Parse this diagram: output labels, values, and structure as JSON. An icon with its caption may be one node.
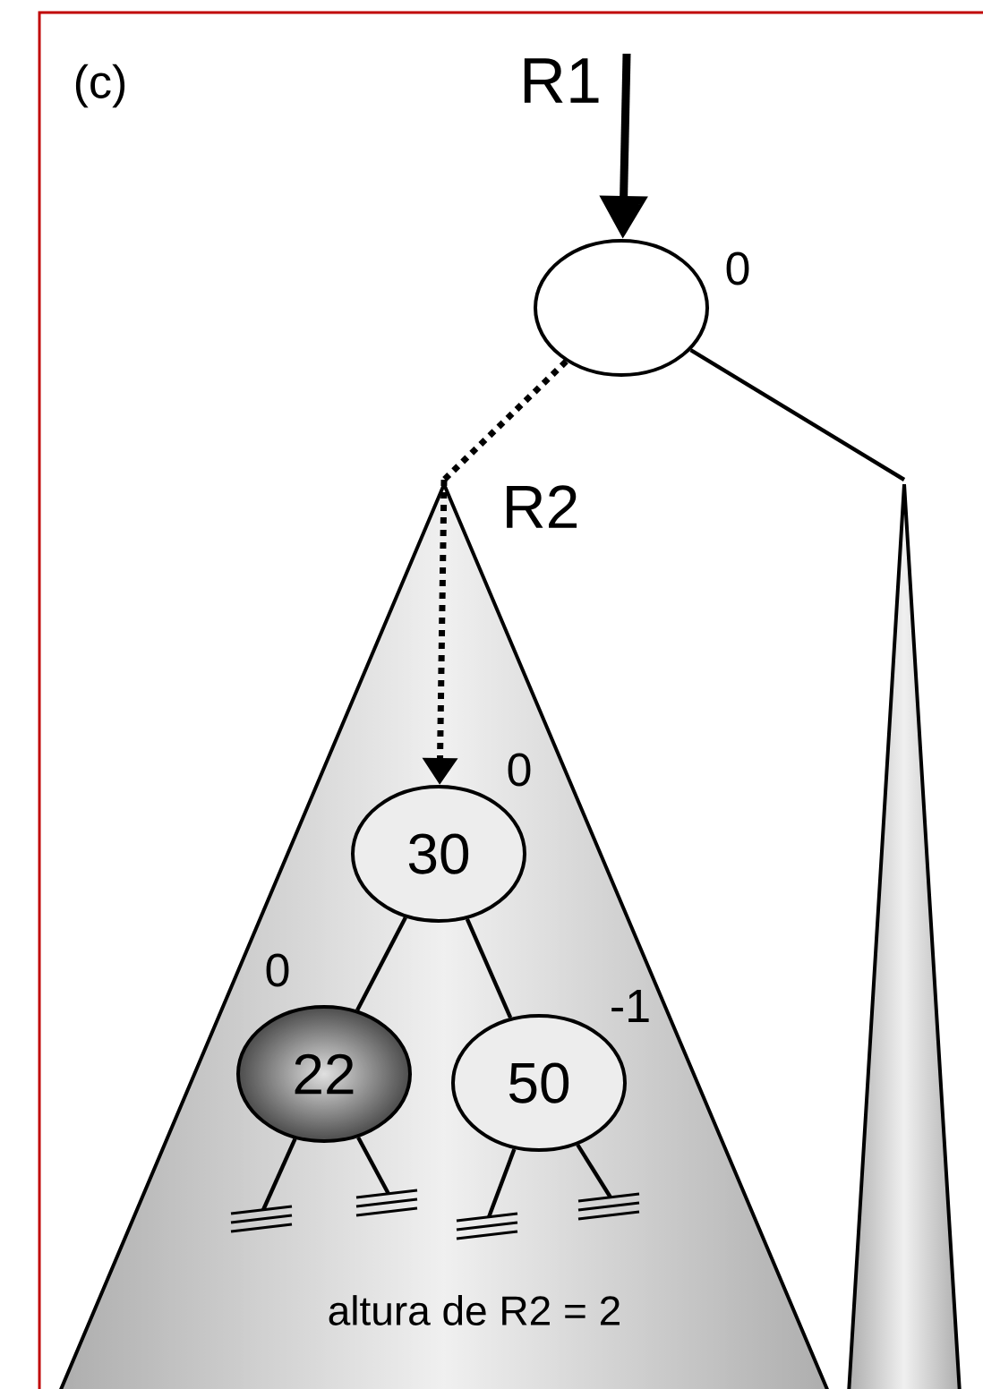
{
  "diagram": {
    "nodes": [
      {
        "text": [],
        "shape": "circle",
        "beside": [
          "0"
        ]
      },
      {
        "text": [
          "altura de R2 = 2"
        ],
        "beside": [
          "R2"
        ]
      },
      {
        "text": [],
        "shape": "triangle"
      },
      {
        "text": [
          "30"
        ],
        "in": 1,
        "beside": [
          "0"
        ]
      },
      {
        "text": [
          "22"
        ],
        "in": 1,
        "beside": [
          "0"
        ]
      },
      {
        "text": [
          "50"
        ],
        "in": 1,
        "beside": [
          "-1"
        ]
      }
    ],
    "edges": [
      {
        "from": null,
        "to": 0,
        "arrow": "to",
        "label": "R1",
        "style": "thick"
      },
      {
        "from": 0,
        "to": 1,
        "arrow": "none",
        "style": "dashed"
      },
      {
        "from": 0,
        "to": 2,
        "arrow": "none"
      },
      {
        "from": 1,
        "to": 3,
        "arrow": "to",
        "style": "dashed"
      },
      {
        "from": 3,
        "to": 4,
        "arrow": "none"
      },
      {
        "from": 3,
        "to": 5,
        "arrow": "none"
      },
      {
        "from": 4,
        "to": null,
        "arrow": "none"
      },
      {
        "from": 4,
        "to": null,
        "arrow": "none"
      },
      {
        "from": 5,
        "to": null,
        "arrow": "none"
      },
      {
        "from": 5,
        "to": null,
        "arrow": "none"
      }
    ],
    "labels": [
      "(c)"
    ]
  }
}
